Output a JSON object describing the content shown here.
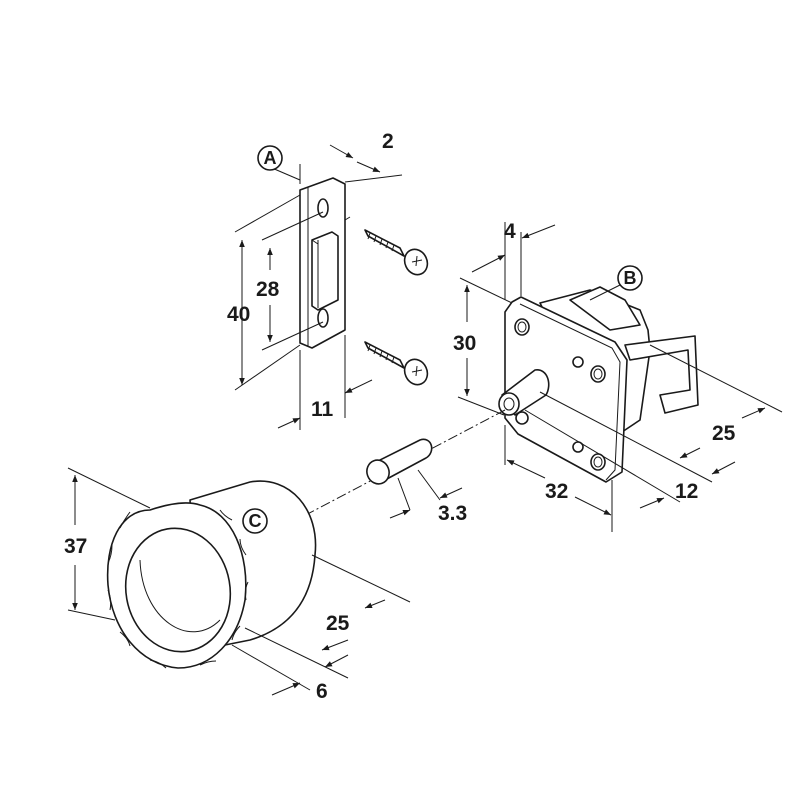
{
  "parts": {
    "a": {
      "label": "A"
    },
    "b": {
      "label": "B"
    },
    "c": {
      "label": "C"
    }
  },
  "dimensions": {
    "a_thickness": "2",
    "a_hole_spacing": "28",
    "a_height": "40",
    "a_width": "11",
    "b_depth_plate": "4",
    "b_height": "30",
    "b_width": "32",
    "b_depth": "25",
    "b_pin_depth": "12",
    "pin_diameter": "3.3",
    "c_diameter": "37",
    "c_length": "25",
    "c_rim": "6"
  }
}
